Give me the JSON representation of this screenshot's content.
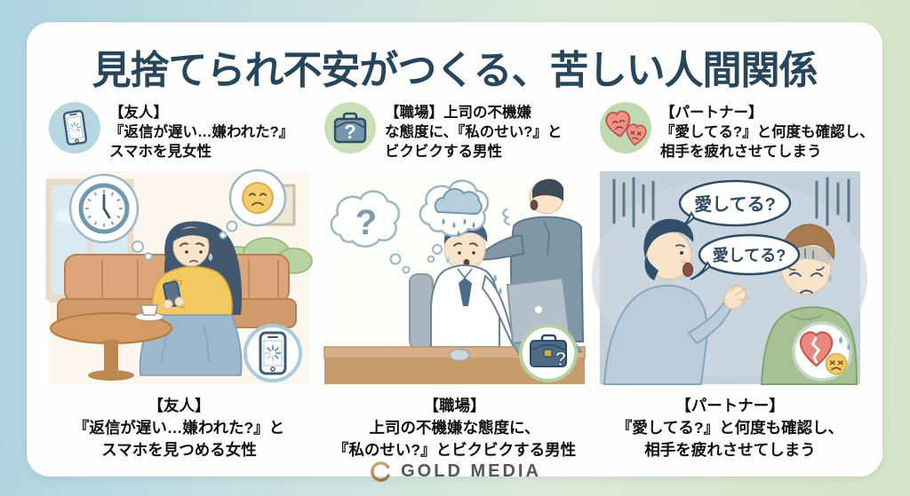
{
  "title": "見捨てられ不安がつくる、苦しい人間関係",
  "columns": [
    {
      "icon": "smartphone-loading-icon",
      "header": {
        "line1": "【友人】",
        "line2": "『返信が遅い…嫌われた?』",
        "line3": "スマホを見女性"
      },
      "caption": {
        "line1": "【友人】",
        "line2": "『返信が遅い…嫌われた?』と",
        "line3": "スマホを見つめる女性"
      }
    },
    {
      "icon": "briefcase-question-icon",
      "header": {
        "line1": "【職場】上司の不機嫌",
        "line2": "な態度に、『私のせい?』と",
        "line3": "ビクビクする男性"
      },
      "caption": {
        "line1": "【職場】",
        "line2": "上司の不機嫌な態度に、",
        "line3": "『私のせい?』とビクビクする男性"
      }
    },
    {
      "icon": "sad-hearts-icon",
      "header": {
        "line1": "【パートナー】",
        "line2": "『愛してる?』と何度も確認し、",
        "line3": "相手を疲れさせてしまう"
      },
      "caption": {
        "line1": "【パートナー】",
        "line2": "『愛してる?』と何度も確認し、",
        "line3": "相手を疲れさせてしまう"
      }
    }
  ],
  "speech_bubbles": {
    "bubble1": "愛してる?",
    "bubble2": "愛してる?"
  },
  "glyphs": {
    "question": "?"
  },
  "footer": {
    "brand": "GOLD MEDIA"
  },
  "colors": {
    "title": "#27455b",
    "bg_left": "#aed3e2",
    "bg_right": "#d5e3c6",
    "circle_blue": "#b8d6e2",
    "circle_green": "#c9dfba",
    "heart": "#f0958a",
    "badge_border_blue": "#a9cbd9",
    "badge_border_green": "#b5d0a5",
    "brand_gold": "#c09a5e"
  }
}
